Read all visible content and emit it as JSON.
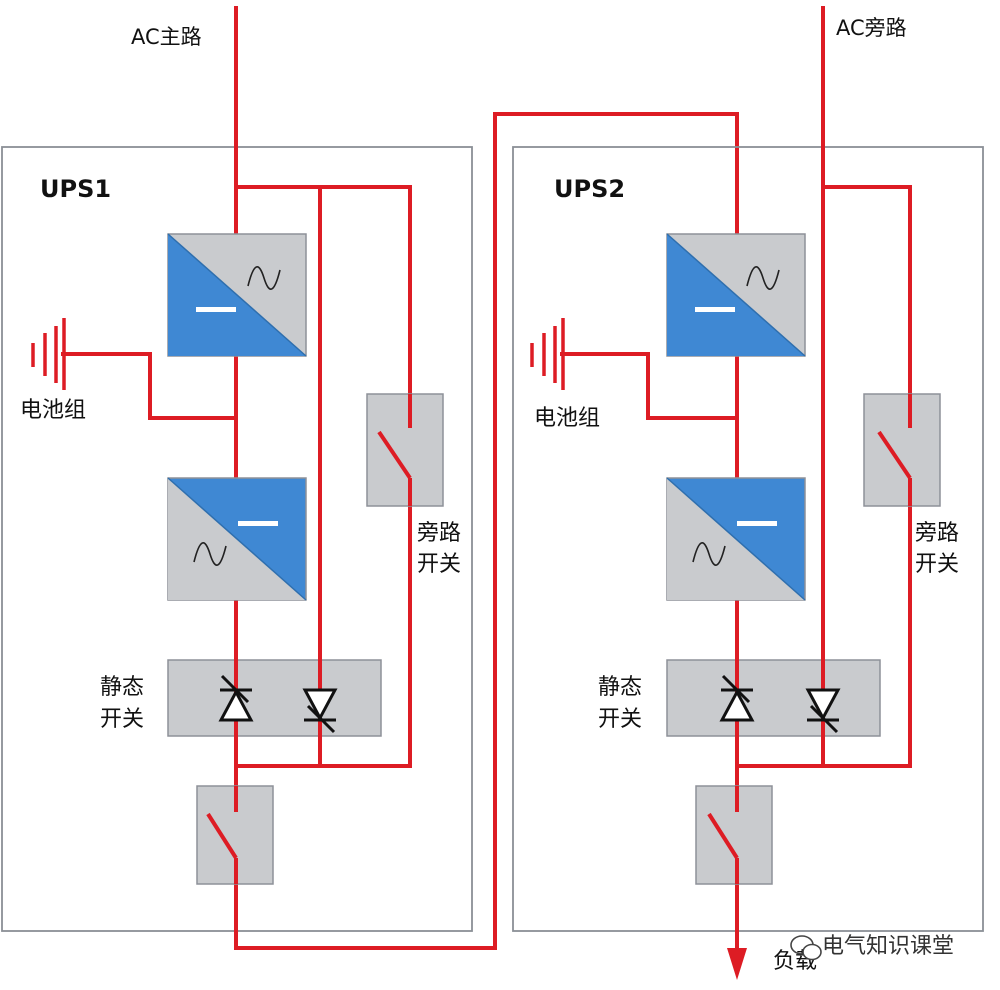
{
  "labels": {
    "ac_main": "AC主路",
    "ac_bypass": "AC旁路",
    "ups1_title": "UPS1",
    "ups2_title": "UPS2",
    "battery": "电池组",
    "bypass_switch_line1": "旁路",
    "bypass_switch_line2": "开关",
    "static_switch_line1": "静态",
    "static_switch_line2": "开关",
    "load": "负载",
    "watermark": "电气知识课堂"
  },
  "colors": {
    "wire": "#dd1c24",
    "converter_blue": "#3f88d3",
    "converter_gray": "#c9cbce",
    "frame": "#8a8f96"
  },
  "icons": [
    "rectifier-icon",
    "inverter-icon",
    "battery-icon",
    "switch-icon",
    "thyristor-icon",
    "arrow-down-icon",
    "wechat-icon"
  ]
}
